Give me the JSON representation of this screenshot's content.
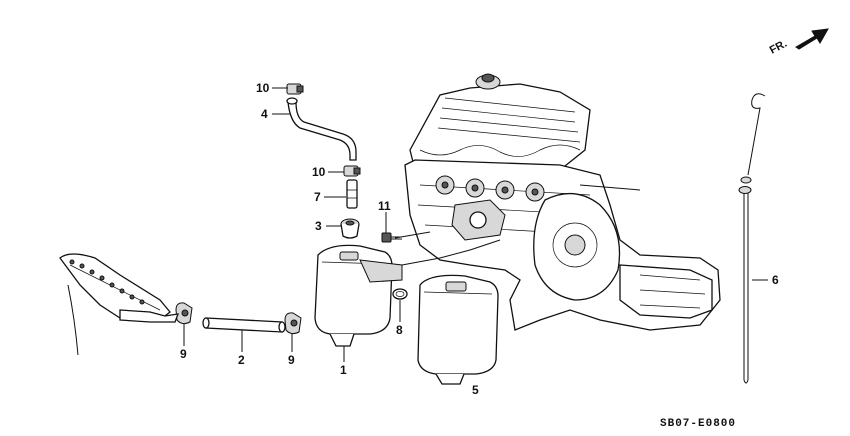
{
  "direction_label": "FR.",
  "diagram_code": "SB07-E0800",
  "callouts": {
    "c10a": "10",
    "c4": "4",
    "c10b": "10",
    "c7": "7",
    "c3": "3",
    "c11": "11",
    "c6": "6",
    "c8": "8",
    "c1": "1",
    "c5": "5",
    "c9a": "9",
    "c2": "2",
    "c9b": "9"
  }
}
